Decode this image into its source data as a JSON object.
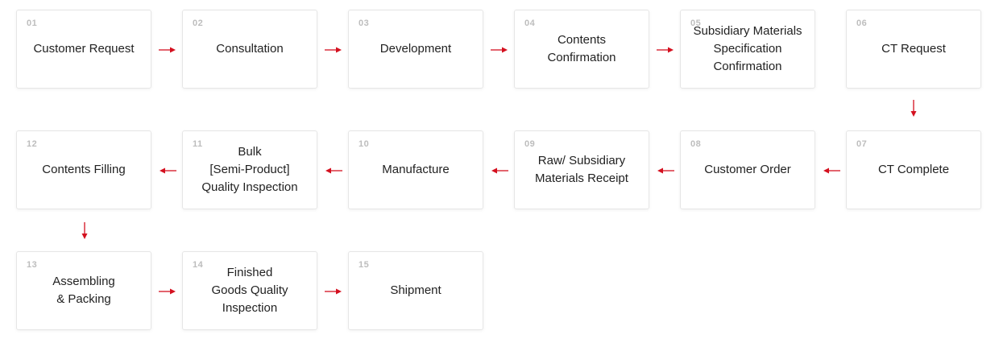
{
  "colors": {
    "arrow": "#d4101f",
    "number": "#bdbdbd",
    "border": "#e6e6e6",
    "text": "#222222"
  },
  "steps": [
    {
      "num": "01",
      "label": "Customer Request"
    },
    {
      "num": "02",
      "label": "Consultation"
    },
    {
      "num": "03",
      "label": "Development"
    },
    {
      "num": "04",
      "label": "Contents\nConfirmation"
    },
    {
      "num": "05",
      "label": "Subsidiary Materials\nSpecification\nConfirmation"
    },
    {
      "num": "06",
      "label": "CT Request"
    },
    {
      "num": "07",
      "label": "CT Complete"
    },
    {
      "num": "08",
      "label": "Customer Order"
    },
    {
      "num": "09",
      "label": "Raw/ Subsidiary\nMaterials  Receipt"
    },
    {
      "num": "10",
      "label": "Manufacture"
    },
    {
      "num": "11",
      "label": "Bulk\n[Semi-Product]\nQuality Inspection"
    },
    {
      "num": "12",
      "label": "Contents Filling"
    },
    {
      "num": "13",
      "label": "Assembling\n& Packing"
    },
    {
      "num": "14",
      "label": "Finished\nGoods Quality\nInspection"
    },
    {
      "num": "15",
      "label": "Shipment"
    }
  ]
}
